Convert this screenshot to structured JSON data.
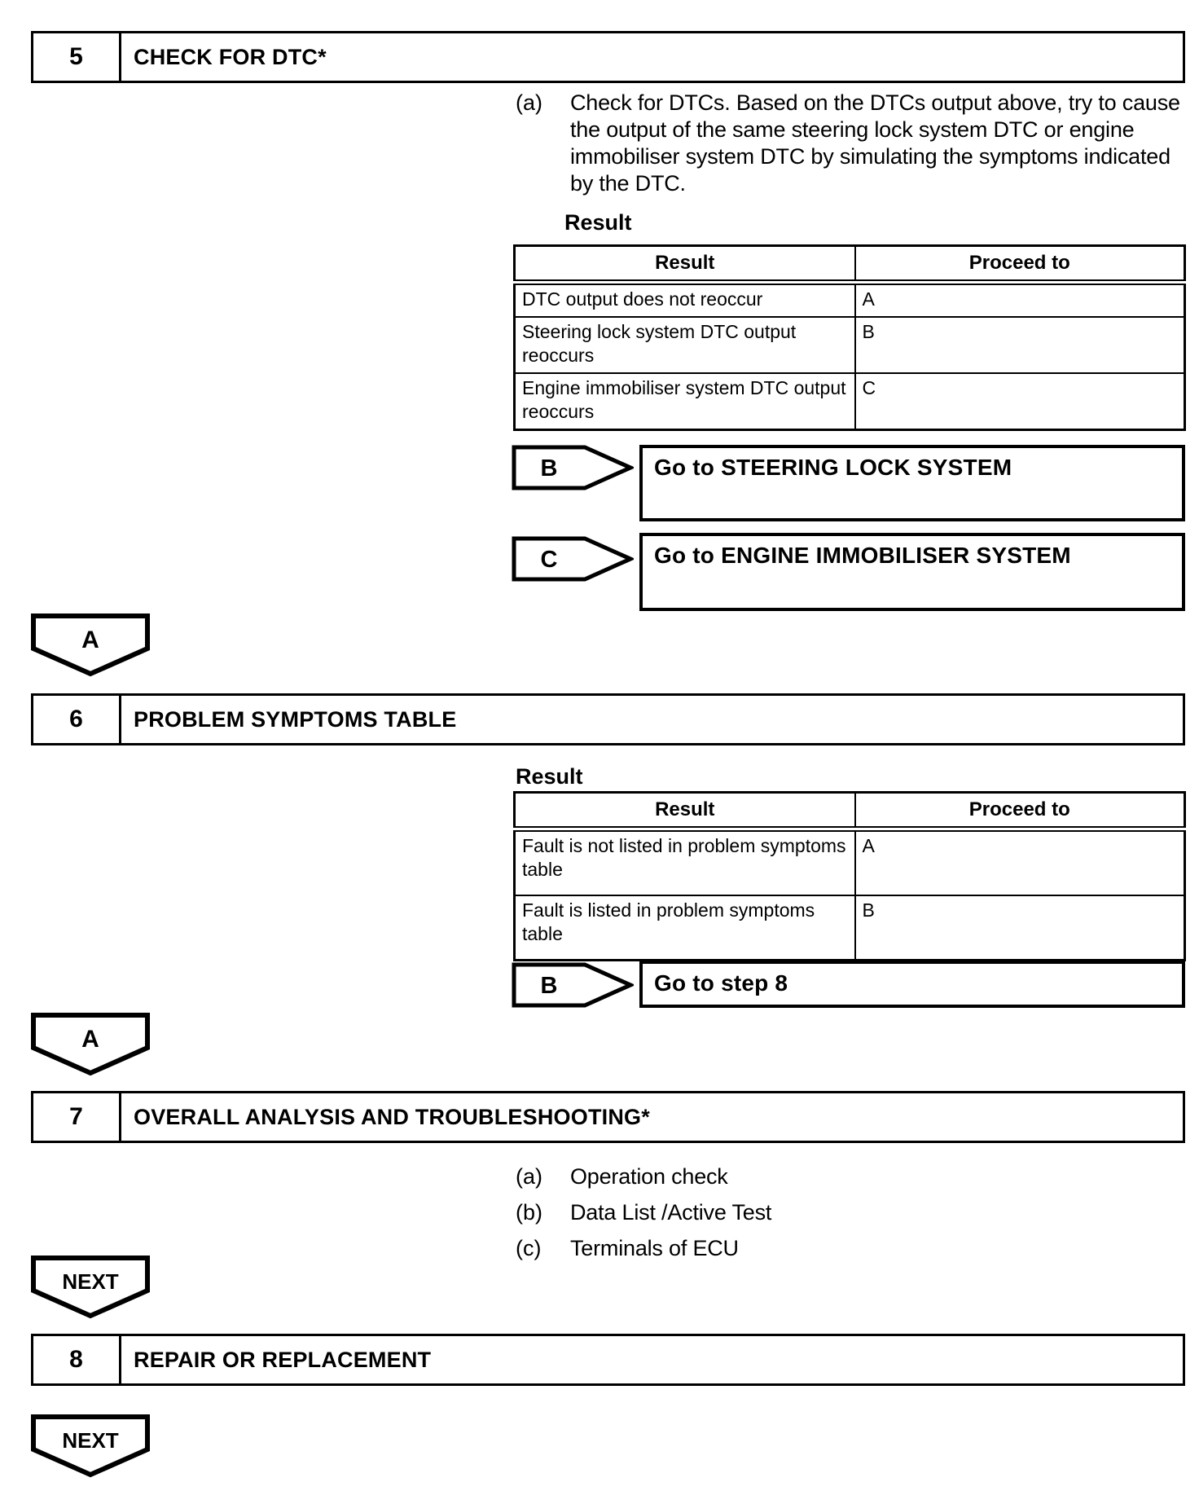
{
  "document": {
    "steps": [
      {
        "number": "5",
        "title": "CHECK FOR DTC*",
        "items": [
          {
            "marker": "(a)",
            "text": "Check for DTCs. Based on the DTCs output above, try to cause the output of the same steering lock system DTC or engine immobiliser system DTC by simulating the symptoms indicated by the DTC."
          }
        ],
        "result_label": "Result",
        "table": {
          "headers": [
            "Result",
            "Proceed to"
          ],
          "rows": [
            [
              "DTC output does not reoccur",
              "A"
            ],
            [
              "Steering lock system DTC output reoccurs",
              "B"
            ],
            [
              "Engine immobiliser system DTC output reoccurs",
              "C"
            ]
          ]
        },
        "branches": [
          {
            "label": "B",
            "action": "Go to STEERING LOCK SYSTEM"
          },
          {
            "label": "C",
            "action": "Go to ENGINE IMMOBILISER SYSTEM"
          }
        ],
        "connector": "A"
      },
      {
        "number": "6",
        "title": "PROBLEM SYMPTOMS TABLE",
        "result_label": "Result",
        "table": {
          "headers": [
            "Result",
            "Proceed to"
          ],
          "rows": [
            [
              "Fault is not listed in problem symptoms table",
              "A"
            ],
            [
              "Fault is listed in problem symptoms table",
              "B"
            ]
          ]
        },
        "branches": [
          {
            "label": "B",
            "action": "Go to step 8"
          }
        ],
        "connector": "A"
      },
      {
        "number": "7",
        "title": "OVERALL ANALYSIS AND TROUBLESHOOTING*",
        "items": [
          {
            "marker": "(a)",
            "text": "Operation check"
          },
          {
            "marker": "(b)",
            "text": "Data List /Active Test"
          },
          {
            "marker": "(c)",
            "text": "Terminals of ECU"
          }
        ],
        "connector": "NEXT"
      },
      {
        "number": "8",
        "title": "REPAIR OR REPLACEMENT",
        "connector": "NEXT"
      }
    ]
  }
}
